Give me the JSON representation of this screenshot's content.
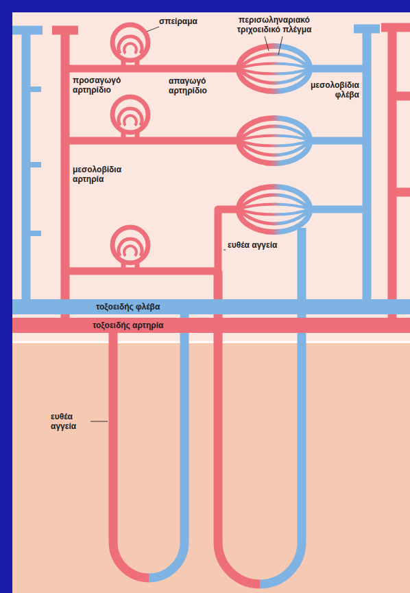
{
  "diagram": {
    "labels": [
      "σπείραμα",
      "περισωληναριακό τριχοειδικό πλέγμα",
      "προσαγωγό αρτηρίδιο",
      "απαγωγό αρτηρίδιο",
      "μεσολοβίδια φλέβα",
      "μεσολοβίδια αρτηρία",
      "ευθέα αγγεία",
      "τοξοειδής φλέβα",
      "τοξοειδής αρτηρία",
      "ευθέα αγγεία"
    ]
  }
}
